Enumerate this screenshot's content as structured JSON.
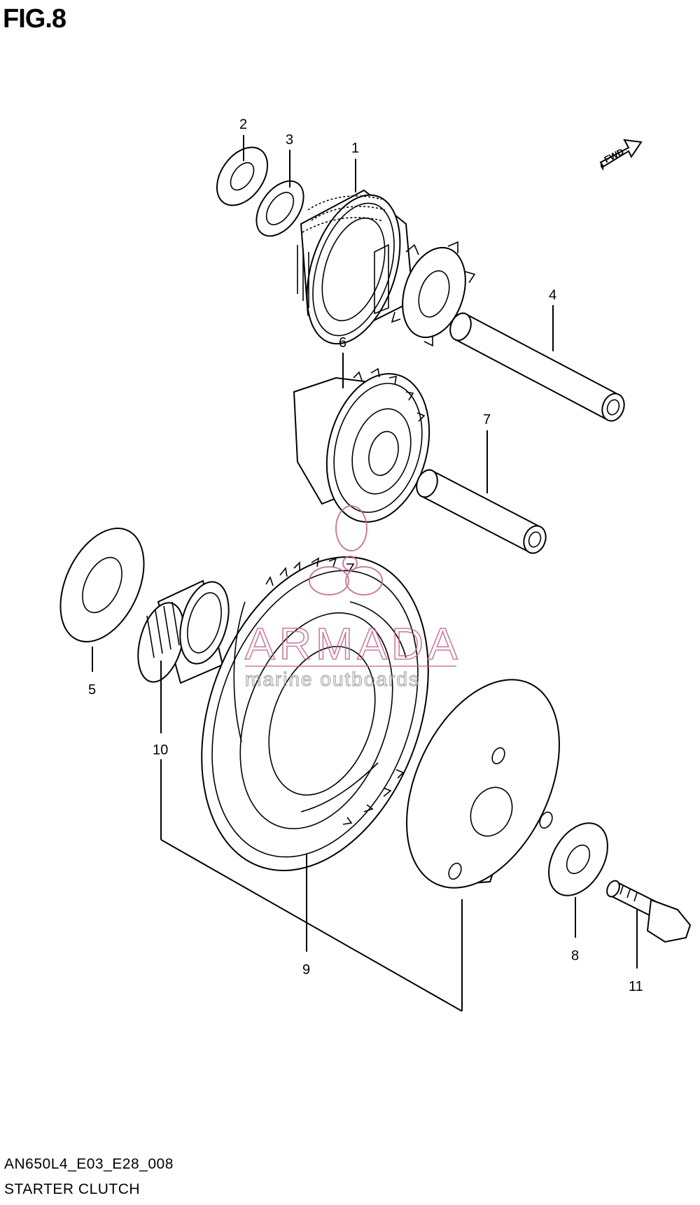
{
  "figure": {
    "title": "FIG.8",
    "code": "AN650L4_E03_E28_008",
    "caption": "STARTER CLUTCH",
    "fwd_label": "FWD"
  },
  "callouts": [
    "1",
    "2",
    "3",
    "4",
    "5",
    "6",
    "7",
    "8",
    "9",
    "10",
    "11"
  ],
  "watermark": {
    "brand": "ARMADA",
    "tagline": "marine outboards",
    "color": "#c0678c"
  },
  "colors": {
    "line": "#000000",
    "background": "#ffffff"
  }
}
